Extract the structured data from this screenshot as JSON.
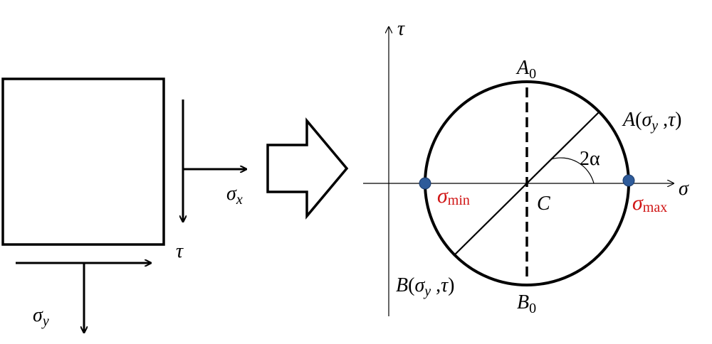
{
  "element": {
    "sigma_x": "σ",
    "sigma_x_sub": "x",
    "tau": "τ",
    "sigma_y": "σ",
    "sigma_y_sub": "y"
  },
  "circle": {
    "axis_tau": "τ",
    "axis_sigma": "σ",
    "A0": "A",
    "A0_sub": "0",
    "B0": "B",
    "B0_sub": "0",
    "center": "C",
    "angle": "2α",
    "pointA": {
      "letter": "A",
      "open": "(",
      "sigma": "σ",
      "sub": "y",
      "comma": " ,",
      "tau": "τ",
      "close": ")"
    },
    "pointB": {
      "letter": "B",
      "open": "(",
      "sigma": "σ",
      "sub": "y",
      "comma": " ,",
      "tau": "τ",
      "close": ")"
    },
    "sigma_min": {
      "sigma": "σ",
      "sub": "min"
    },
    "sigma_max": {
      "sigma": "σ",
      "sub": "max"
    }
  },
  "colors": {
    "principal_label": "#d01515",
    "principal_point": "#2e5b9a"
  }
}
